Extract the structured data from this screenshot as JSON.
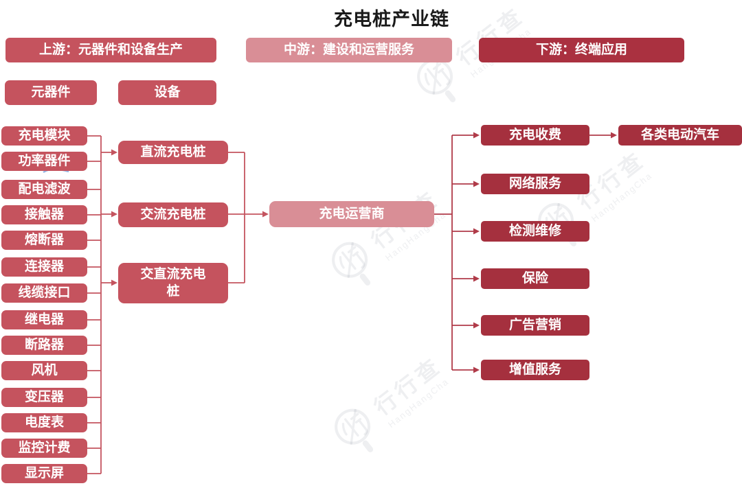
{
  "title": "充电桩产业链",
  "headers": {
    "upstream": "上游：元器件和设备生产",
    "midstream": "中游：建设和运营服务",
    "downstream": "下游：终端应用"
  },
  "upstream": {
    "category_components": "元器件",
    "category_equipment": "设备",
    "components": [
      "充电模块",
      "功率器件",
      "配电滤波",
      "接触器",
      "熔断器",
      "连接器",
      "线缆接口",
      "继电器",
      "断路器",
      "风机",
      "变压器",
      "电度表",
      "监控计费",
      "显示屏"
    ],
    "equipment": [
      "直流充电桩",
      "交流充电桩",
      "交直流充电桩"
    ]
  },
  "midstream": {
    "operator": "充电运营商"
  },
  "downstream": {
    "services": [
      "充电收费",
      "网络服务",
      "检测维修",
      "保险",
      "广告营销",
      "增值服务"
    ],
    "application": "各类电动汽车"
  },
  "watermark": {
    "name": "行行查",
    "latin": "HangHangCha"
  },
  "colors": {
    "box-medium": "#c5535e",
    "box-light": "#d98e96",
    "box-dark": "#a5303e",
    "header-dark": "#aa3140",
    "line-medium": "#c4545f",
    "line-dark": "#b03b49",
    "title-text": "#1a1a1a",
    "box-text": "#ffffff",
    "watermark": "rgba(70,80,105,0.09)",
    "artifact-blue": "#79a3dc"
  }
}
